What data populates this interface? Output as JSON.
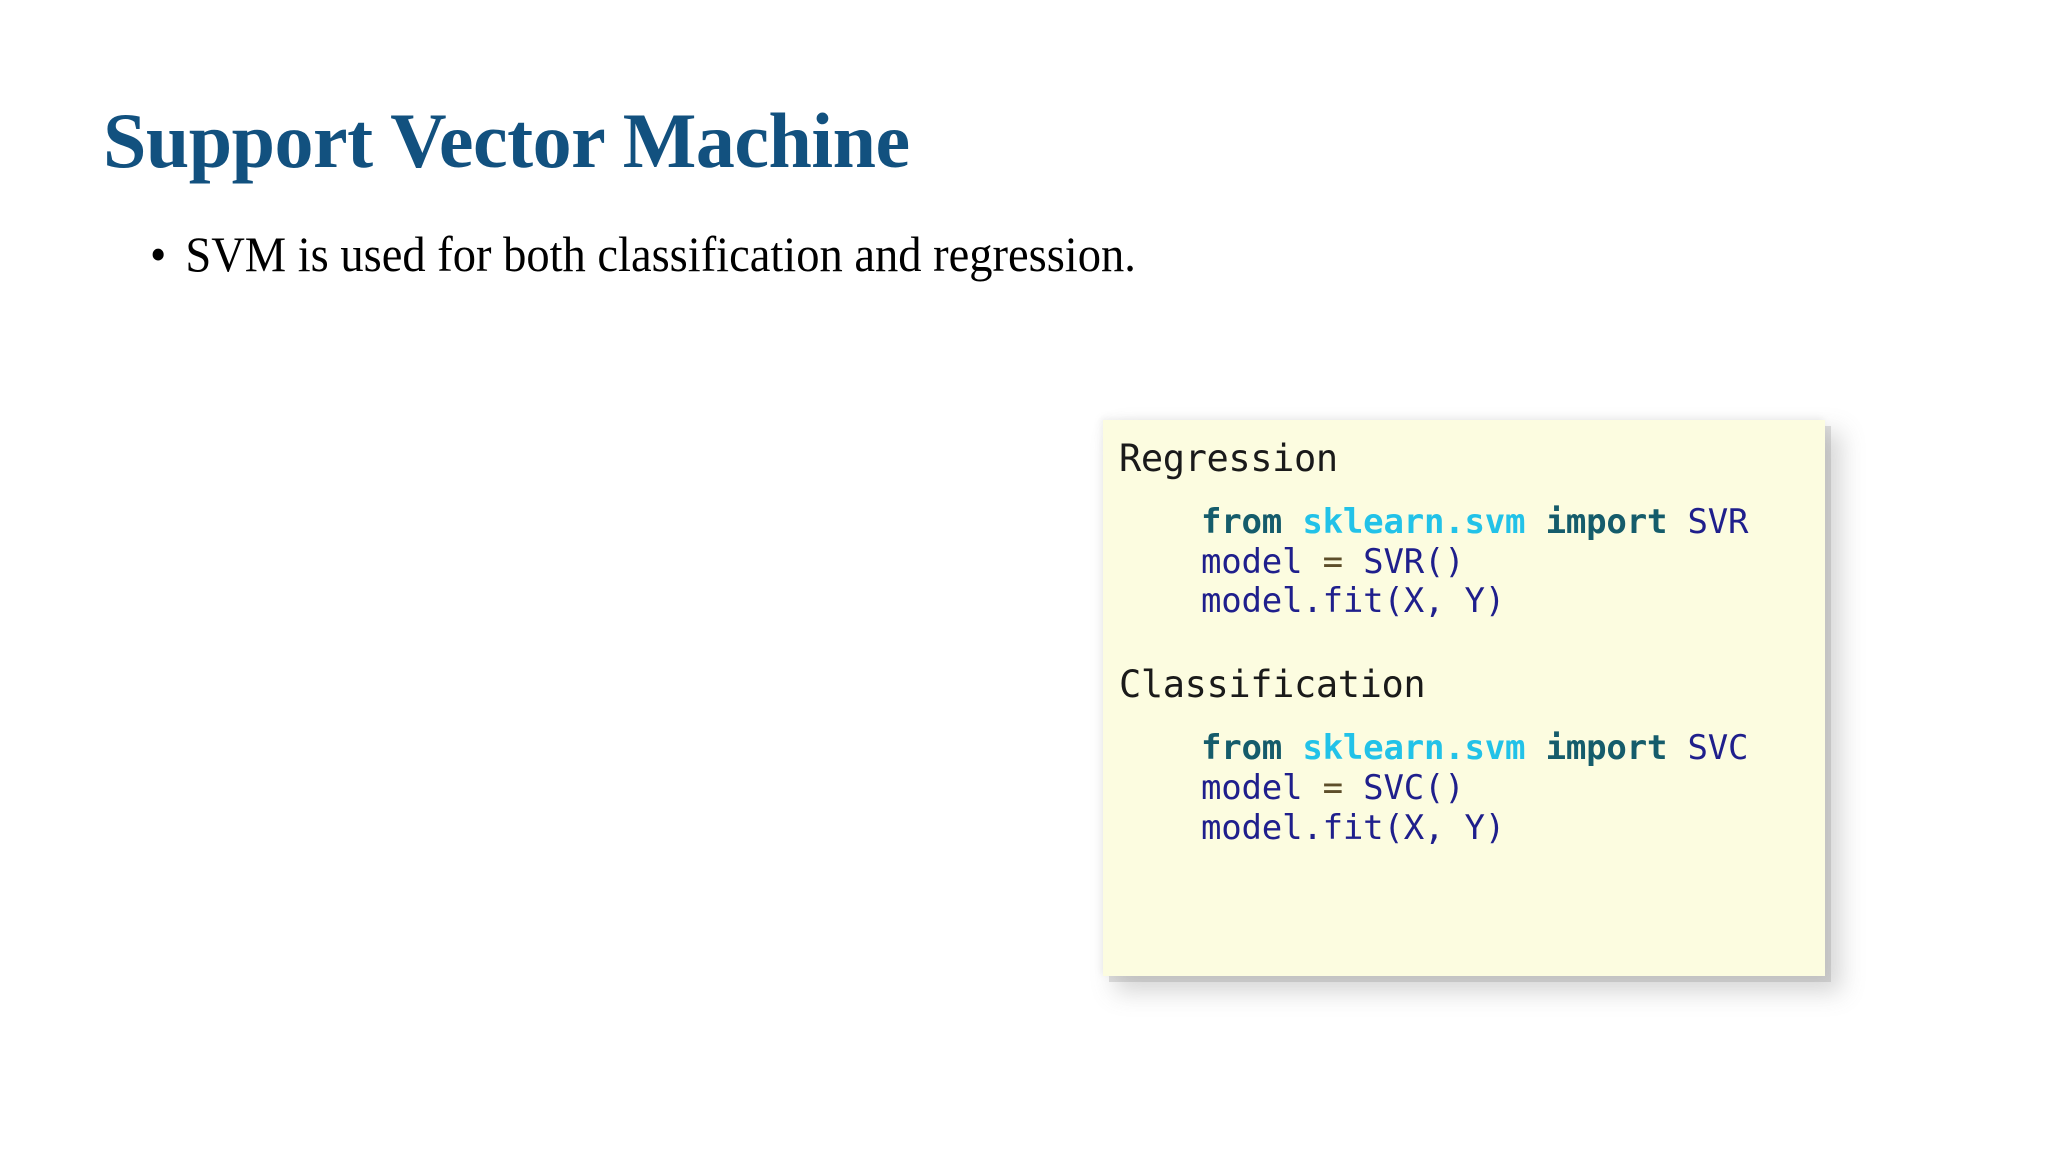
{
  "slide": {
    "title": "Support Vector Machine",
    "background_color": "#FFFFFF",
    "title_color": "#12517F"
  },
  "body": {
    "bullets": [
      {
        "marker": "•",
        "text": "SVM is used for both classification and regression."
      }
    ]
  },
  "code_card": {
    "background_color": "#FCFCE0",
    "sections": [
      {
        "heading": "Regression",
        "lines": [
          {
            "tokens": [
              {
                "text": "from ",
                "kind": "keyword"
              },
              {
                "text": "sklearn.svm ",
                "kind": "module"
              },
              {
                "text": "import ",
                "kind": "keyword"
              },
              {
                "text": "SVR",
                "kind": "name"
              }
            ]
          },
          {
            "tokens": [
              {
                "text": "model ",
                "kind": "name"
              },
              {
                "text": "= ",
                "kind": "operator"
              },
              {
                "text": "SVR()",
                "kind": "name"
              }
            ]
          },
          {
            "tokens": [
              {
                "text": "model.fit(X, Y)",
                "kind": "name"
              }
            ]
          }
        ]
      },
      {
        "heading": "Classification",
        "lines": [
          {
            "tokens": [
              {
                "text": "from ",
                "kind": "keyword"
              },
              {
                "text": "sklearn.svm ",
                "kind": "module"
              },
              {
                "text": "import ",
                "kind": "keyword"
              },
              {
                "text": "SVC",
                "kind": "name"
              }
            ]
          },
          {
            "tokens": [
              {
                "text": "model ",
                "kind": "name"
              },
              {
                "text": "= ",
                "kind": "operator"
              },
              {
                "text": "SVC()",
                "kind": "name"
              }
            ]
          },
          {
            "tokens": [
              {
                "text": "model.fit(X, Y)",
                "kind": "name"
              }
            ]
          }
        ]
      }
    ],
    "syntax_colors": {
      "keyword": "#155C6B",
      "module": "#22C2E8",
      "name": "#1F1F8C",
      "operator": "#5D4E2A"
    }
  }
}
